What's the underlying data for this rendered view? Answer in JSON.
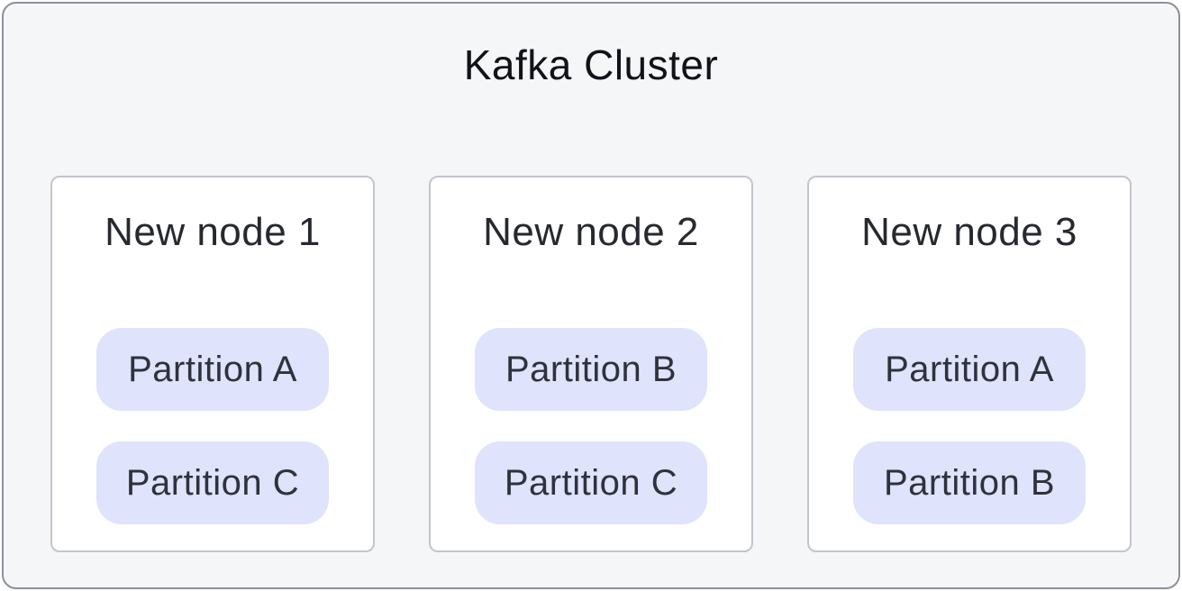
{
  "diagram": {
    "title": "Kafka Cluster",
    "nodes": [
      {
        "label": "New node 1",
        "partitions": [
          "Partition A",
          "Partition C"
        ]
      },
      {
        "label": "New node 2",
        "partitions": [
          "Partition B",
          "Partition C"
        ]
      },
      {
        "label": "New node 3",
        "partitions": [
          "Partition A",
          "Partition B"
        ]
      }
    ],
    "colors": {
      "frame_bg": "#f5f6f8",
      "frame_border": "#8f8f9b",
      "node_bg": "#ffffff",
      "node_border": "#c4c4cd",
      "partition_bg": "#dfe3fb",
      "partition_text": "#2f323c",
      "title_text": "#111318",
      "node_title_text": "#26292f"
    }
  }
}
